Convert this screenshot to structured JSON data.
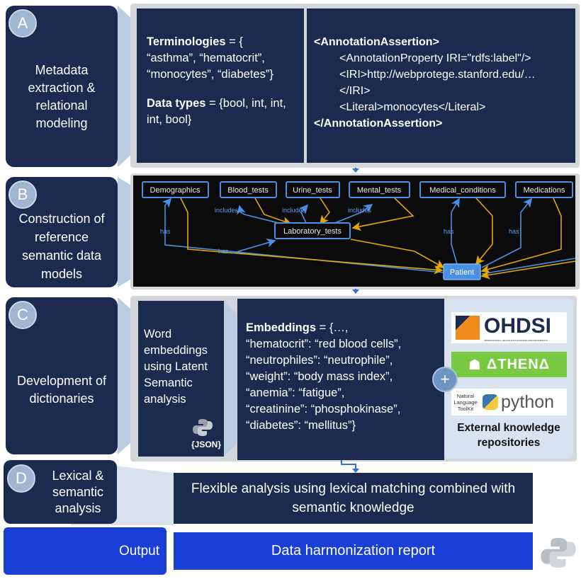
{
  "rows": {
    "A": {
      "letter": "A",
      "label": "Metadata extraction & relational modeling"
    },
    "B": {
      "letter": "B",
      "label": "Construction of reference semantic data models"
    },
    "C": {
      "letter": "C",
      "label": "Development of dictionaries"
    },
    "D": {
      "letter": "D",
      "label": "Lexical & semantic analysis"
    },
    "output": {
      "label": "Output"
    }
  },
  "panelA": {
    "terminologies_key": "Terminologies",
    "terminologies_value": " = { “asthma”, “hematocrit”, “monocytes”, “diabetes”}",
    "datatypes_key": "Data types",
    "datatypes_value": " = {bool, int, int, int, bool}",
    "xml": [
      "<AnnotationAssertion>",
      "<AnnotationProperty IRI=\"rdfs:label\"/>",
      "<IRI>http://webprotege.stanford.edu/…",
      "</IRI>",
      "<Literal>monocytes</Literal>",
      "</AnnotationAssertion>"
    ]
  },
  "graph": {
    "nodes": [
      "Demographics",
      "Blood_tests",
      "Urine_tests",
      "Mental_tests",
      "Medical_conditions",
      "Medications",
      "Laboratory_tests",
      "Patient"
    ],
    "edge_labels": {
      "includes": "includes",
      "has": "has"
    },
    "colors": {
      "node_border": "#4a90e2",
      "has_edge": "#4a90e2",
      "link_edge": "#e0a800",
      "patient_fill": "#4a90e2"
    }
  },
  "panelC": {
    "word_embeddings": "Word embeddings using Latent Semantic analysis",
    "json_badge": "{JSON}",
    "embeddings_key": "Embeddings",
    "embeddings_lines": [
      " = {…,",
      "“hematocrit”: “red blood cells”,",
      "“neutrophiles”: “neutrophile”,",
      "“weight”: “body mass index”,",
      "“anemia”: “fatigue”,",
      "“creatinine”: “phosphokinase”,",
      "“diabetes”: “mellitus”}"
    ],
    "plus": "+",
    "logos": {
      "ohdsi": "OHDSI",
      "ohdsi_sub": "OBSERVATIONAL HEALTH DATA SCIENCES AND INFORMATICS",
      "athena": "ΔTHENΔ",
      "nltk": "Natural Language ToolKit",
      "python": "python"
    },
    "external_label": "External knowledge repositories"
  },
  "panelD": {
    "text": "Flexible analysis using lexical matching combined with semantic knowledge"
  },
  "output": {
    "text": "Data harmonization report"
  },
  "colors": {
    "navy": "#1c2a50",
    "output_blue": "#1a3fd6",
    "accent_green": "#7ac943"
  }
}
